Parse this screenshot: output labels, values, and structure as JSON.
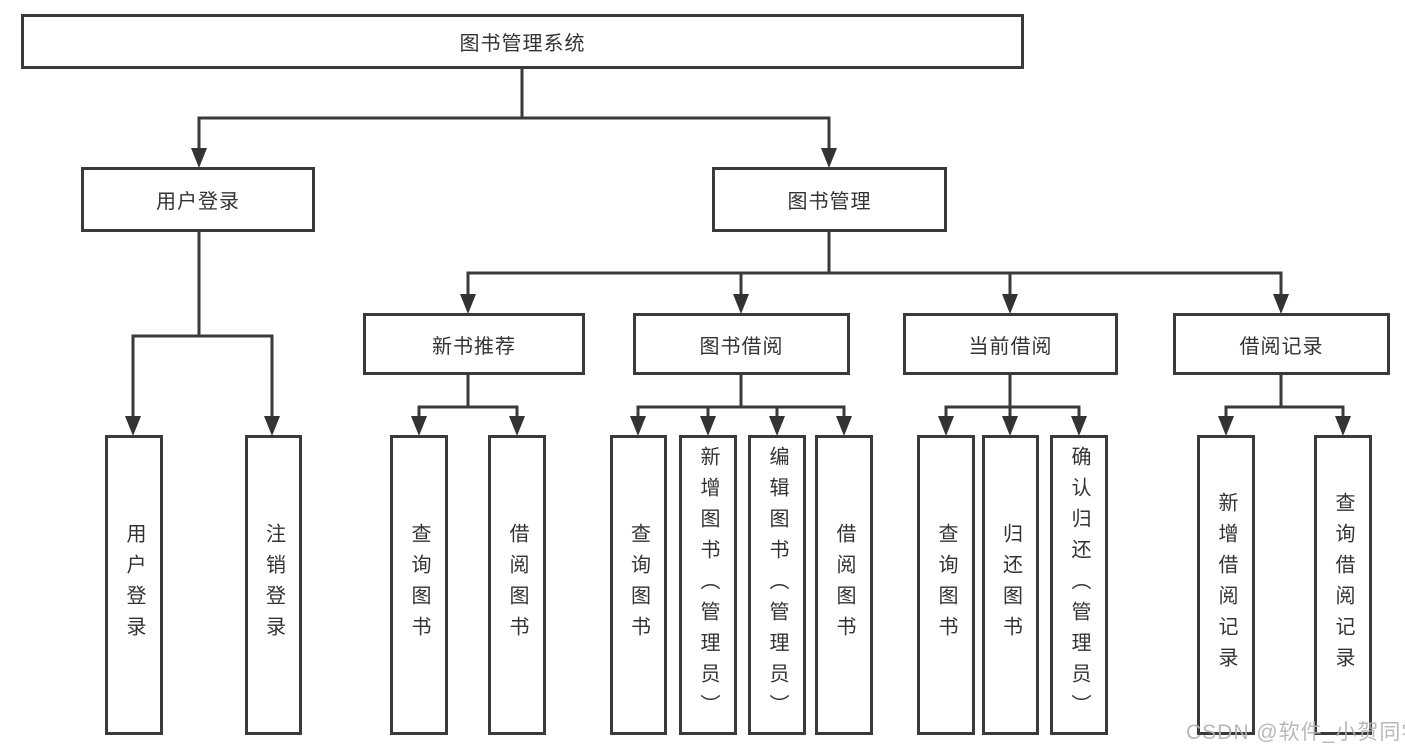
{
  "diagram": {
    "root": "图书管理系统",
    "level2": {
      "user_login": "用户登录",
      "book_mgmt": "图书管理"
    },
    "level3": {
      "new_books": "新书推荐",
      "borrow": "图书借阅",
      "current": "当前借阅",
      "records": "借阅记录"
    },
    "leaves": {
      "user_login": [
        "用户登录",
        "注销登录"
      ],
      "new_books": [
        "查询图书",
        "借阅图书"
      ],
      "borrow": [
        "查询图书",
        "新增图书（管理员）",
        "编辑图书（管理员）",
        "借阅图书"
      ],
      "current": [
        "查询图书",
        "归还图书",
        "确认归还（管理员）"
      ],
      "records": [
        "新增借阅记录",
        "查询借阅记录"
      ]
    },
    "watermark": "CSDN @软件_小贺同学",
    "colors": {
      "line": "#3a3a3a",
      "text": "#333333",
      "background": "#ffffff",
      "watermark": "#b3b3b3"
    }
  }
}
